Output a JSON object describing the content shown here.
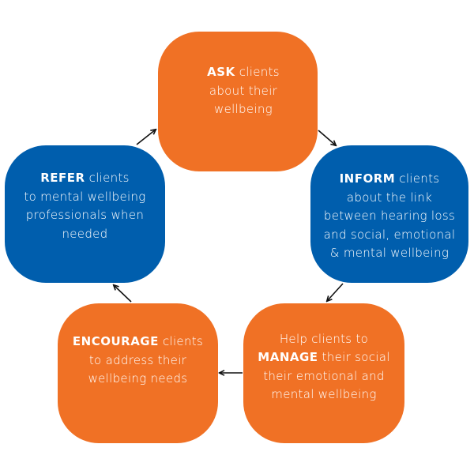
{
  "diagram": {
    "type": "cycle",
    "colors": {
      "orange": "#f07125",
      "blue": "#005ead",
      "text": "#ffffff",
      "arrow": "#111111"
    },
    "steps": [
      {
        "id": "ask",
        "color": "orange",
        "keyword": "ASK",
        "lines": [
          "clients",
          "about their",
          "wellbeing"
        ]
      },
      {
        "id": "inform",
        "color": "blue",
        "keyword": "INFORM",
        "lines": [
          "clients",
          "about the link",
          "between hearing loss",
          "and social, emotional",
          "& mental wellbeing"
        ]
      },
      {
        "id": "manage",
        "color": "orange",
        "keyword": "MANAGE",
        "lines": [
          "Help clients to",
          "their social",
          "their emotional and",
          "mental wellbeing"
        ]
      },
      {
        "id": "encourage",
        "color": "orange",
        "keyword": "ENCOURAGE",
        "lines": [
          "clients",
          "to address their",
          "wellbeing needs"
        ]
      },
      {
        "id": "refer",
        "color": "blue",
        "keyword": "REFER",
        "lines": [
          "clients",
          "to mental wellbeing",
          "professionals when",
          "needed"
        ]
      }
    ],
    "arrows": [
      {
        "from": "ask",
        "to": "inform"
      },
      {
        "from": "inform",
        "to": "manage"
      },
      {
        "from": "manage",
        "to": "encourage"
      },
      {
        "from": "encourage",
        "to": "refer"
      },
      {
        "from": "refer",
        "to": "ask"
      }
    ]
  }
}
